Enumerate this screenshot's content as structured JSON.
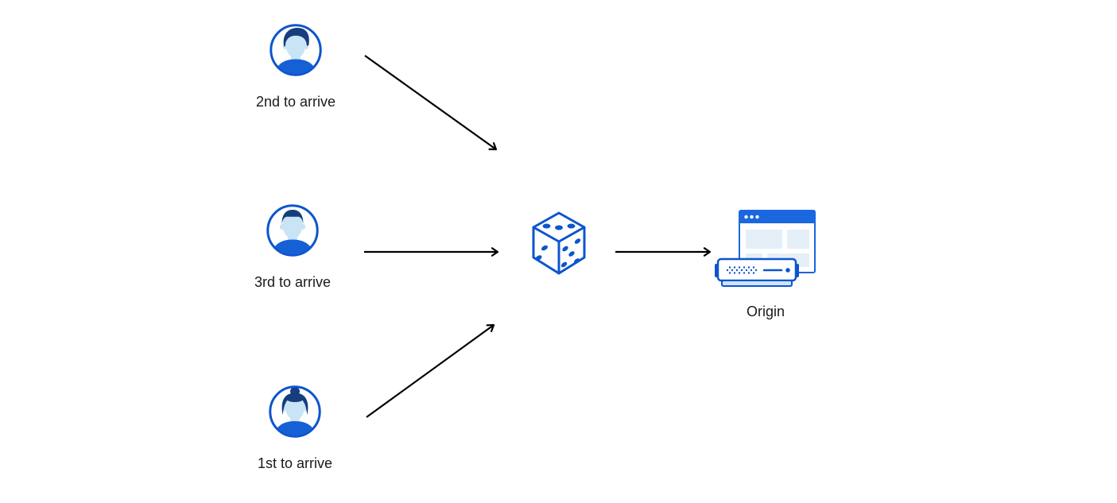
{
  "diagram": {
    "nodes": {
      "visitor_top": {
        "label": "2nd to arrive",
        "icon": "avatar-man-swoop-icon"
      },
      "visitor_middle": {
        "label": "3rd to arrive",
        "icon": "avatar-man-crewcut-icon"
      },
      "visitor_bottom": {
        "label": "1st to arrive",
        "icon": "avatar-woman-bun-icon"
      },
      "randomizer": {
        "icon": "dice-icon"
      },
      "origin": {
        "label": "Origin",
        "icon": "origin-server-icon"
      }
    },
    "colors": {
      "primary_blue": "#0C55CE",
      "fill_blue": "#1660D6",
      "titlebar_blue": "#1B67DF",
      "hair_navy": "#163E7E",
      "skin_light_blue": "#C9E4F5",
      "panel_light_blue": "#E4EFF8",
      "server_base_blue": "#CDE3F6",
      "arrow_black": "#000000",
      "text_color": "#1A1A1C",
      "background": "#FFFFFF"
    }
  }
}
